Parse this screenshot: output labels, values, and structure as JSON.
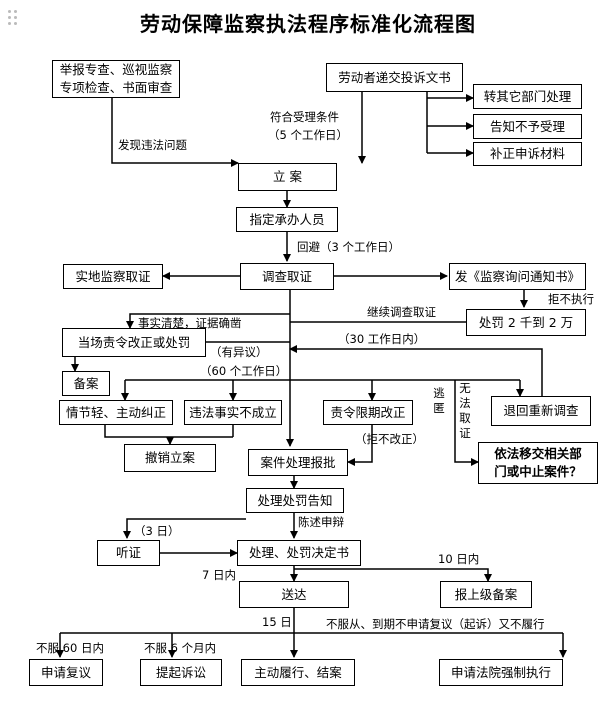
{
  "title": "劳动保障监察执法程序标准化流程图",
  "boxes": {
    "report": "举报专查、巡视监察\n专项检查、书面审查",
    "complaint": "劳动者递交投诉文书",
    "transfer": "转其它部门处理",
    "not_accept": "告知不予受理",
    "supplement": "补正申诉材料",
    "register": "立 案",
    "assign": "指定承办人员",
    "investigate": "调查取证",
    "onsite": "实地监察取证",
    "notice": "发《监察询问通知书》",
    "fine": "处罚 2 千到 2 万",
    "order_correct": "当场责令改正或处罚",
    "record": "备案",
    "minor": "情节轻、主动纠正",
    "not_established": "违法事实不成立",
    "deadline": "责令限期改正",
    "resurvey": "退回重新调查",
    "transfer_case": "依法移交相关部\n门或中止案件？",
    "revoke": "撤销立案",
    "report_approval": "案件处理报批",
    "notify_penalty": "处理处罚告知",
    "hearing": "听证",
    "decision": "处理、处罚决定书",
    "deliver": "送达",
    "report_superior": "报上级备案",
    "review": "申请复议",
    "lawsuit": "提起诉讼",
    "perform": "主动履行、结案",
    "enforce": "申请法院强制执行"
  },
  "labels": {
    "found": "发现违法问题",
    "meets": "符合受理条件",
    "meets_days": "（5 个工作日）",
    "recuse": "回避（3 个工作日）",
    "refuse": "拒不执行",
    "continue": "继续调查取证",
    "clear": "事实清楚，证据确凿",
    "days30": "（30 工作日内）",
    "objection": "（有异议）",
    "days60": "（60 个工作日）",
    "refuse_correct": "（拒不改正）",
    "escape": "逃匿",
    "no_evidence": "无法取证",
    "days3": "（3 日）",
    "plead": "陈述申辩",
    "days7": "7 日内",
    "days10": "10 日内",
    "days15": "15 日",
    "no_comply": "不服从、到期不申请复议（起诉）又不履行",
    "refuse_review": "不服 60 日内",
    "refuse_lawsuit": "不服 6 个月内"
  }
}
